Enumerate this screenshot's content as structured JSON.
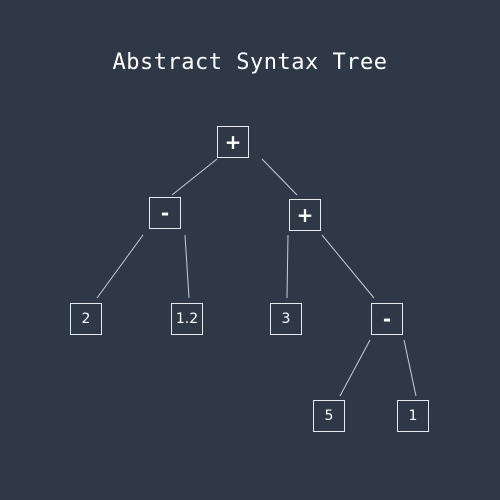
{
  "title": "Abstract Syntax Tree",
  "nodes": {
    "root": {
      "label": "+"
    },
    "sub_left": {
      "label": "-"
    },
    "add_right": {
      "label": "+"
    },
    "leaf_2": {
      "label": "2"
    },
    "leaf_1_2": {
      "label": "1.2"
    },
    "leaf_3": {
      "label": "3"
    },
    "sub_right": {
      "label": "-"
    },
    "leaf_5": {
      "label": "5"
    },
    "leaf_1": {
      "label": "1"
    }
  },
  "edges": [
    [
      "root",
      "sub_left"
    ],
    [
      "root",
      "add_right"
    ],
    [
      "sub_left",
      "leaf_2"
    ],
    [
      "sub_left",
      "leaf_1_2"
    ],
    [
      "add_right",
      "leaf_3"
    ],
    [
      "add_right",
      "sub_right"
    ],
    [
      "sub_right",
      "leaf_5"
    ],
    [
      "sub_right",
      "leaf_1"
    ]
  ],
  "colors": {
    "background": "#2e3846",
    "node_border": "#e6e9ee",
    "edge": "#c9ced6",
    "text": "#ffffff"
  }
}
